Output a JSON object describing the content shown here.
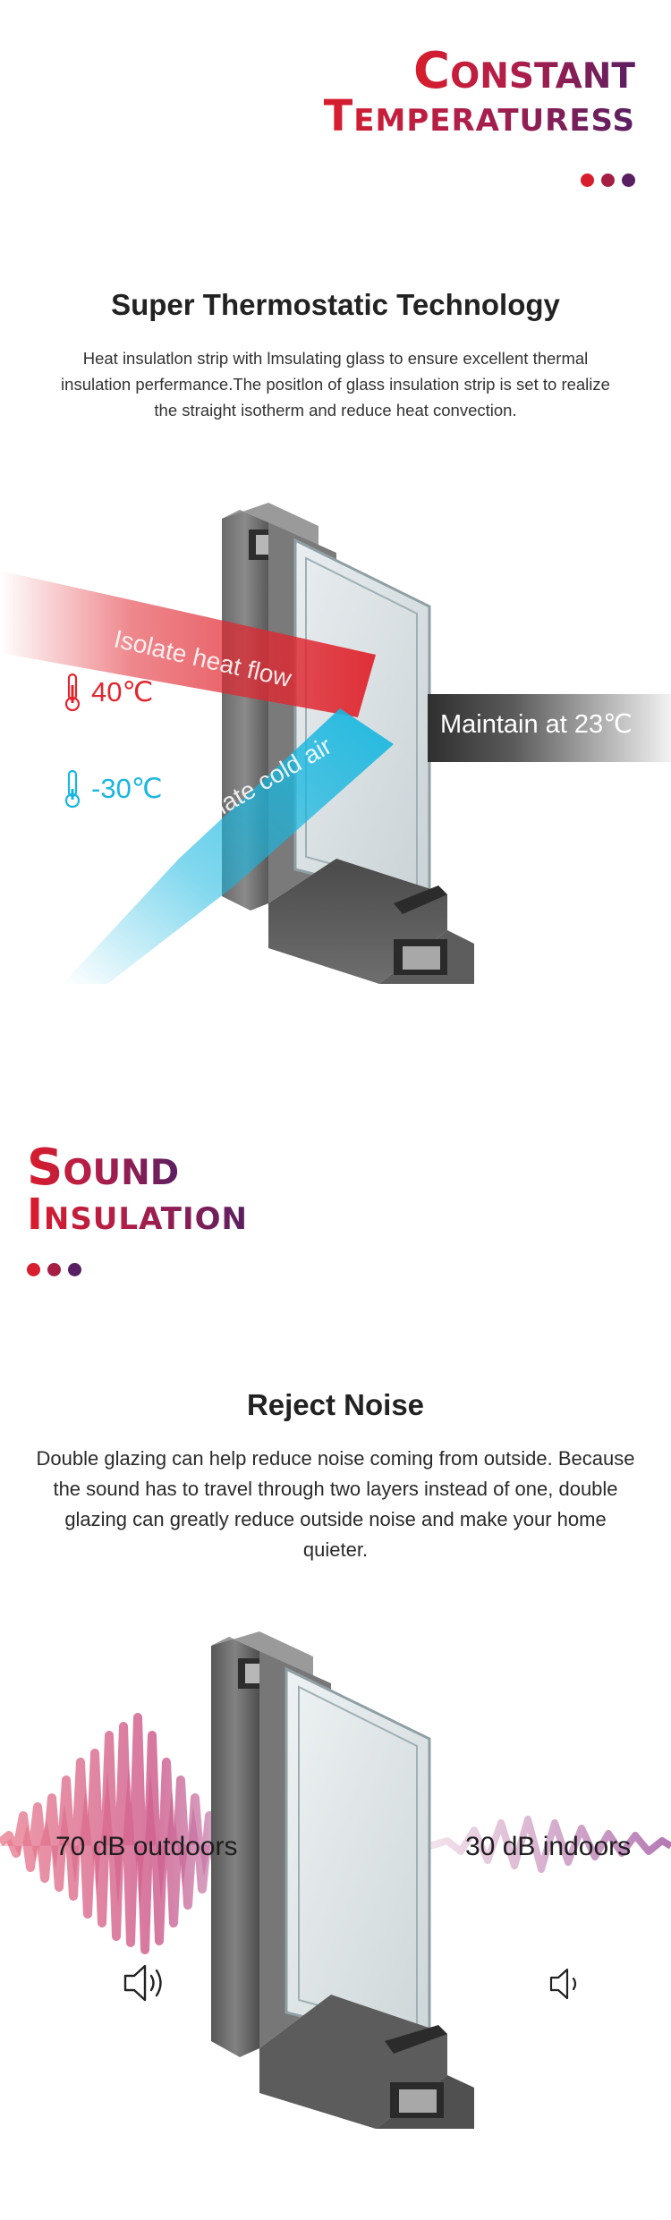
{
  "temperature_section": {
    "headline_line1": "Constant",
    "headline_line2": "Temperaturess",
    "title": "Super Thermostatic Technology",
    "description": "Heat insulatlon strip with lmsulating glass to ensure excellent thermal insulation perfermance.The positlon of glass insulation strip is set to realize the straight isotherm and reduce heat convection.",
    "hot_temp": "40℃",
    "cold_temp": "-30℃",
    "heat_beam_text": "Isolate heat flow",
    "cold_beam_text": "Isolate cold air",
    "maintain_prefix": "Maintain at",
    "maintain_value": "23℃"
  },
  "sound_section": {
    "headline_line1": "Sound",
    "headline_line2": "Insulation",
    "title": "Reject Noise",
    "description": "Double glazing can help reduce noise coming from outside. Because the sound has to travel through two layers instead of one, double glazing can greatly reduce outside noise and make your home quieter.",
    "outdoor_label": "70 dB outdoors",
    "indoor_label": "30 dB indoors"
  },
  "colors": {
    "accent_red": "#d81d2c",
    "accent_crimson": "#a51f45",
    "accent_purple": "#5a1f62",
    "hot_red": "#e0262f",
    "cold_blue": "#18b7e0",
    "wave_pink": "#d4507a"
  },
  "icons": {
    "hot": "thermometer-icon",
    "cold": "thermometer-icon",
    "loud": "speaker-loud-icon",
    "quiet": "speaker-quiet-icon"
  }
}
